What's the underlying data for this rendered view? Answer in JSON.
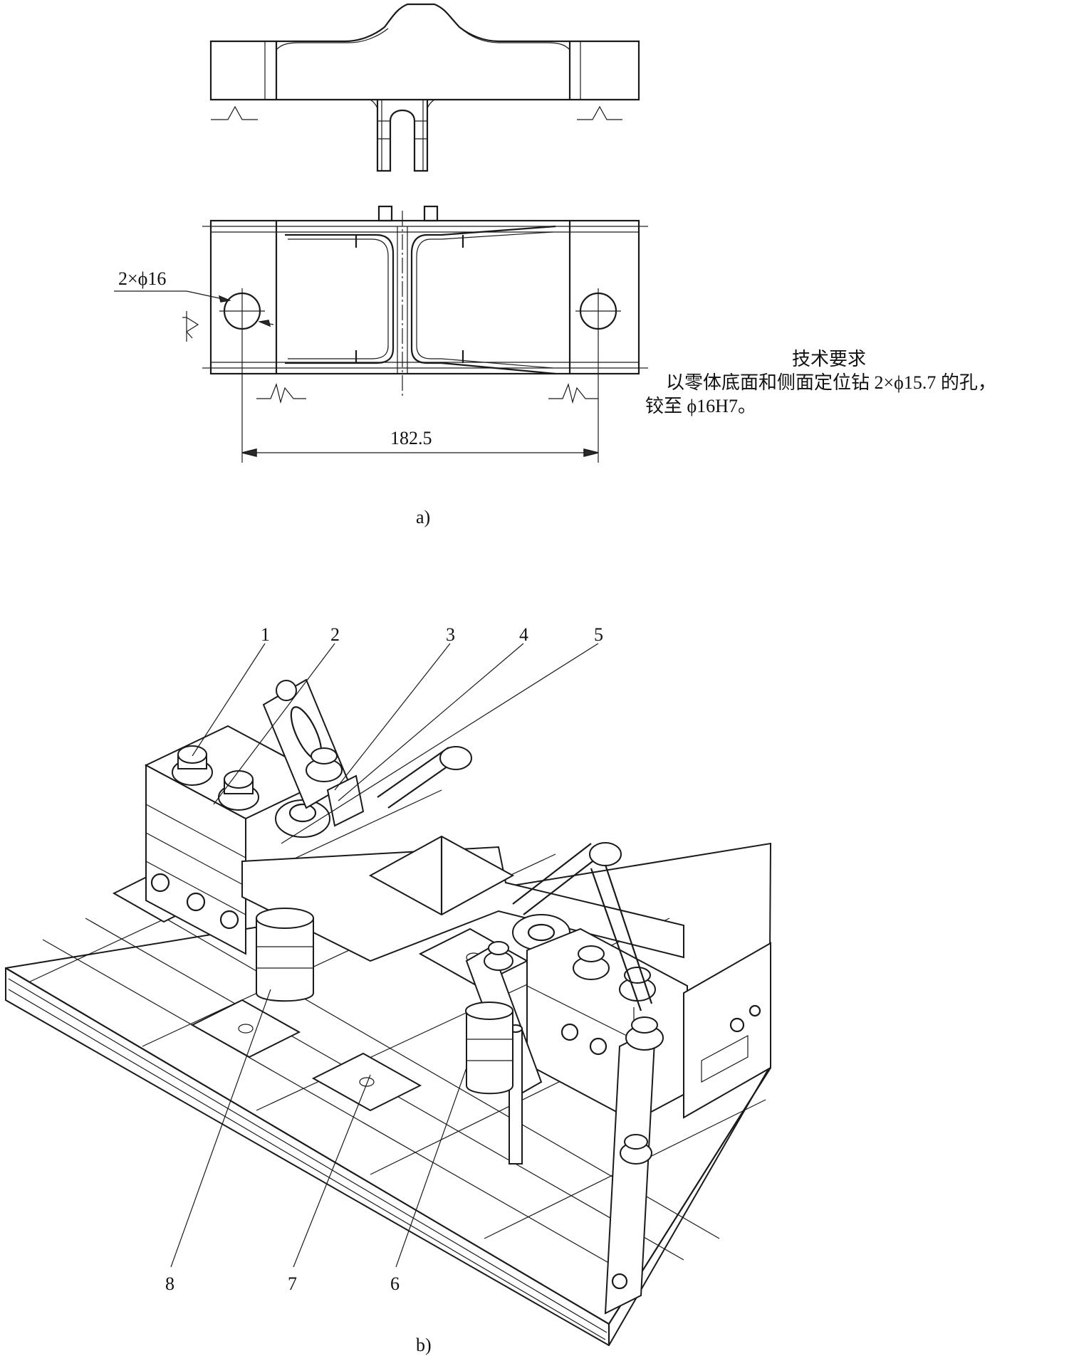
{
  "figure_a": {
    "caption": "a)",
    "hole_spec": "2×ϕ16",
    "dimension": "182.5",
    "requirements_title": "技术要求",
    "requirements_line1": "以零体底面和侧面定位钻 2×ϕ15.7 的孔，",
    "requirements_line2": "铰至 ϕ16H7。"
  },
  "figure_b": {
    "caption": "b)",
    "callouts_top": [
      "1",
      "2",
      "3",
      "4",
      "5"
    ],
    "callouts_bottom": [
      "8",
      "7",
      "6"
    ]
  }
}
